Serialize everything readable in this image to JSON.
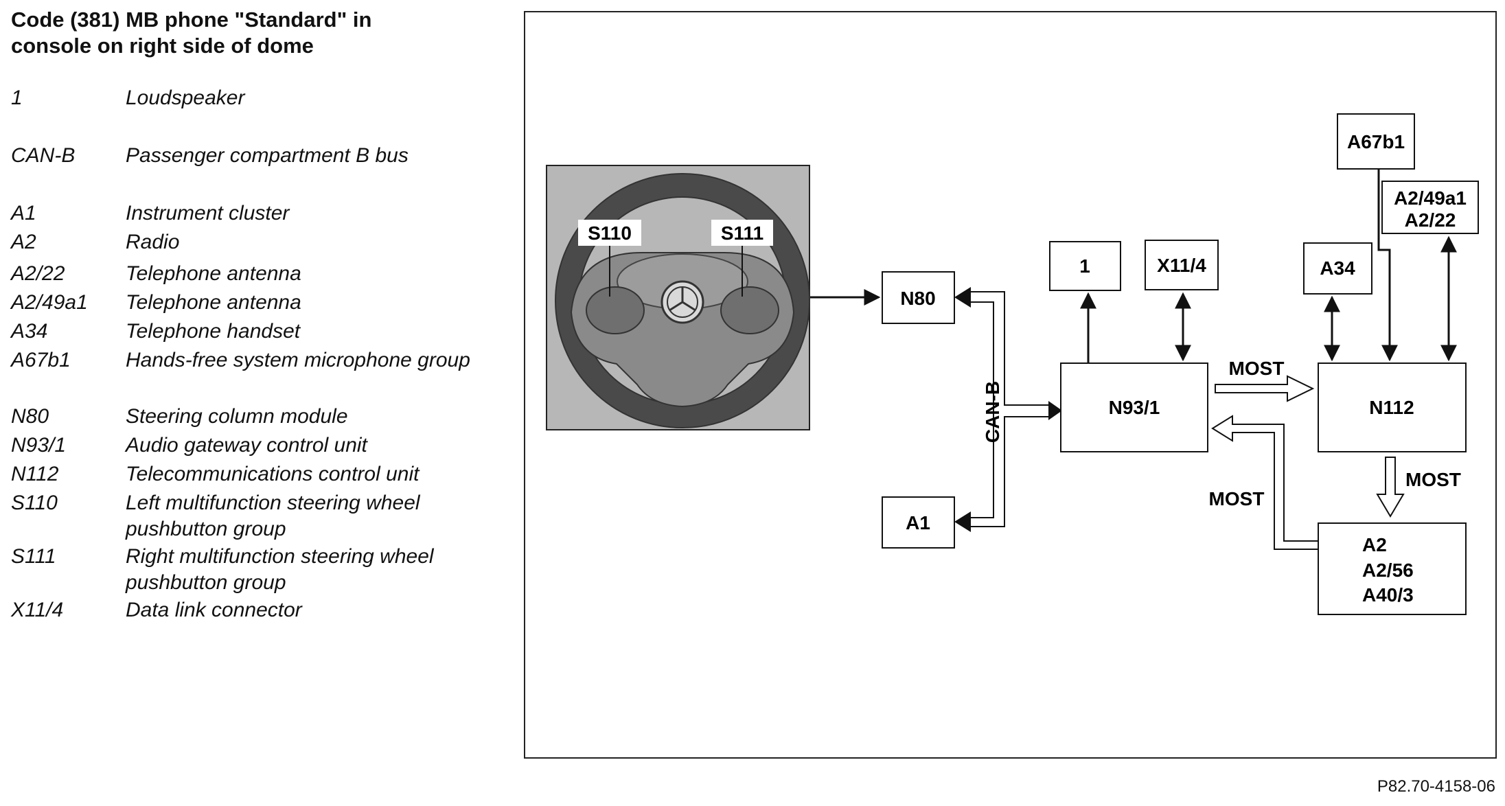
{
  "title_line1": "Code (381) MB phone \"Standard\" in",
  "title_line2": "console on right side of dome",
  "legend": [
    {
      "code": "1",
      "desc": "Loudspeaker"
    },
    {
      "code": "CAN-B",
      "desc": "Passenger compartment B bus"
    },
    {
      "code": "A1",
      "desc": "Instrument cluster"
    },
    {
      "code": "A2",
      "desc": "Radio"
    },
    {
      "code": "A2/22",
      "desc": "Telephone antenna"
    },
    {
      "code": "A2/49a1",
      "desc": "Telephone antenna"
    },
    {
      "code": "A34",
      "desc": "Telephone handset"
    },
    {
      "code": "A67b1",
      "desc": "Hands-free system microphone group"
    },
    {
      "code": "N80",
      "desc": "Steering column module"
    },
    {
      "code": "N93/1",
      "desc": "Audio gateway control unit"
    },
    {
      "code": "N112",
      "desc": "Telecommunications control unit"
    },
    {
      "code": "S110",
      "desc": "Left multifunction steering wheel pushbutton group"
    },
    {
      "code": "S111",
      "desc": "Right multifunction steering wheel pushbutton group"
    },
    {
      "code": "X11/4",
      "desc": "Data link connector"
    }
  ],
  "diagram": {
    "n80": "N80",
    "a1": "A1",
    "n93_1": "N93/1",
    "n112": "N112",
    "one": "1",
    "x11_4": "X11/4",
    "a34": "A34",
    "a67b1": "A67b1",
    "a2_49a1": "A2/49a1",
    "a2_22": "A2/22",
    "a2": "A2",
    "a2_56": "A2/56",
    "a40_3": "A40/3",
    "s110": "S110",
    "s111": "S111",
    "can_b": "CAN-B",
    "most_top": "MOST",
    "most_right": "MOST",
    "most_left": "MOST"
  },
  "reference": "P82.70-4158-06"
}
